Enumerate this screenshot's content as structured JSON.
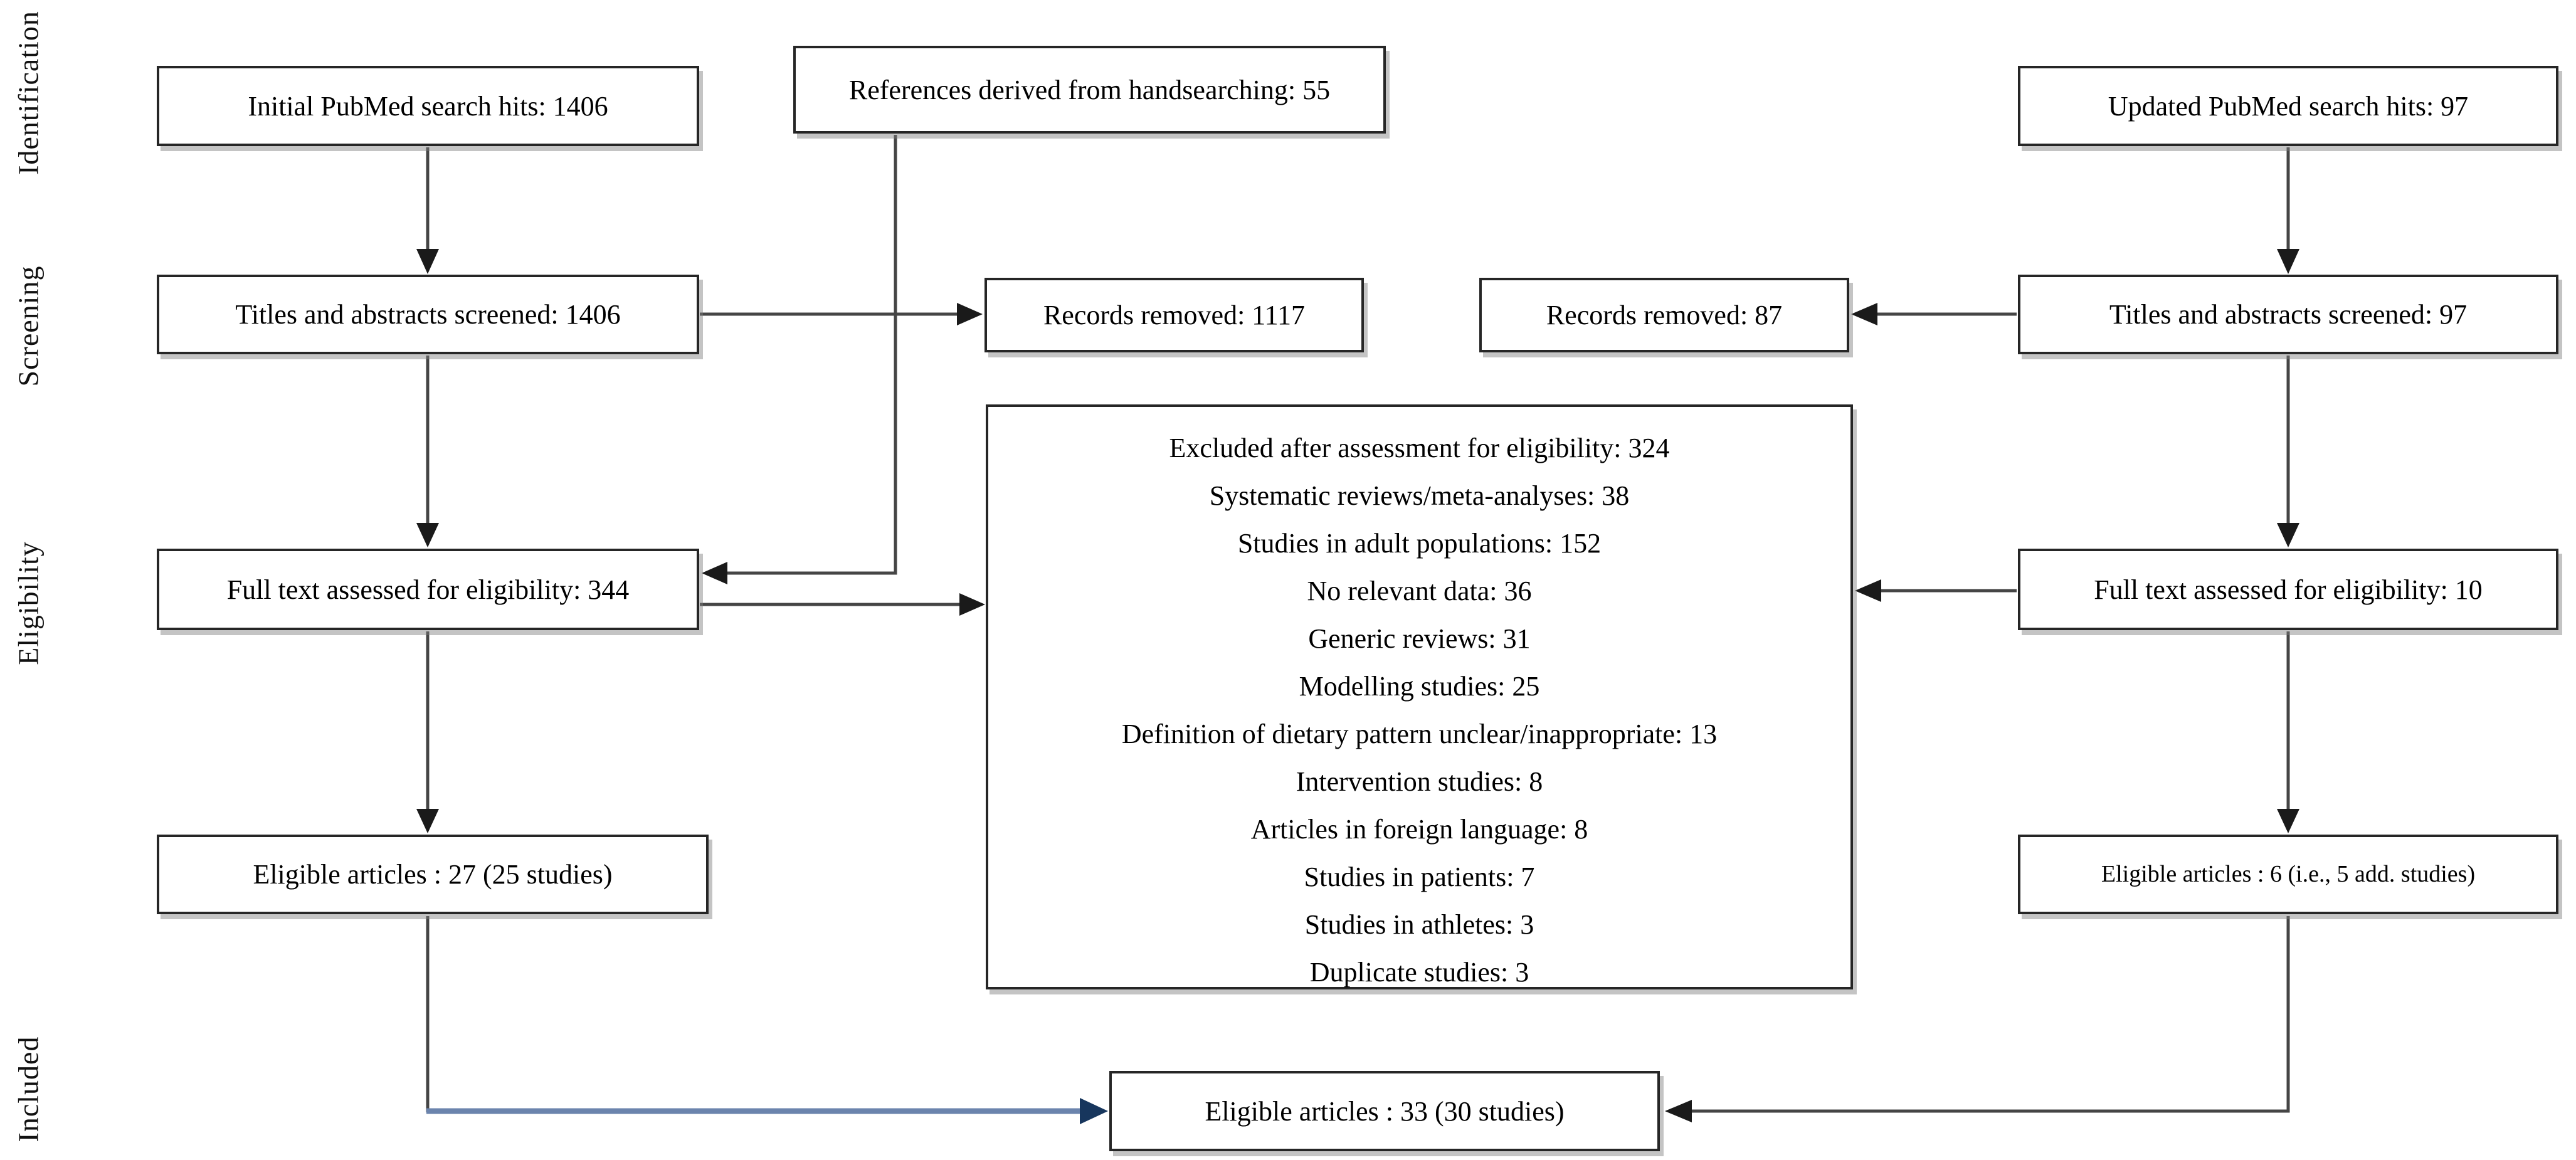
{
  "diagram": {
    "stage_labels": [
      {
        "id": "identification",
        "label": "Identification"
      },
      {
        "id": "screening",
        "label": "Screening"
      },
      {
        "id": "eligibility",
        "label": "Eligibility"
      },
      {
        "id": "included",
        "label": "Included"
      }
    ],
    "boxes": {
      "initial_search": "Initial PubMed search hits: 1406",
      "handsearching": "References derived from handsearching: 55",
      "updated_search": "Updated PubMed search hits: 97",
      "titles_screened_initial": "Titles and abstracts screened: 1406",
      "records_removed_initial": "Records removed: 1117",
      "records_removed_updated": "Records removed: 87",
      "titles_screened_updated": "Titles and abstracts screened: 97",
      "fulltext_initial": "Full text assessed for eligibility: 344",
      "fulltext_updated": "Full text assessed for eligibility: 10",
      "eligible_initial": "Eligible articles : 27 (25 studies)",
      "eligible_updated": "Eligible articles : 6 (i.e., 5 add. studies)",
      "eligible_total": "Eligible articles : 33 (30 studies)"
    },
    "excluded_box": {
      "title": "Excluded after assessment for eligibility: 324",
      "reasons": [
        "Systematic reviews/meta-analyses: 38",
        "Studies in adult populations: 152",
        "No relevant data: 36",
        "Generic reviews: 31",
        "Modelling studies: 25",
        "Definition of dietary pattern unclear/inappropriate: 13",
        "Intervention studies: 8",
        "Articles in foreign language: 8",
        "Studies in patients: 7",
        "Studies in athletes: 3",
        "Duplicate studies: 3"
      ]
    },
    "colors": {
      "background": "#ffffff",
      "box_border": "#262626",
      "arrow_line": "#454545",
      "arrowhead": "#1a1a1a",
      "accent_line_blue": "#6b84ad",
      "accent_arrowhead_navy": "#17365d"
    }
  }
}
